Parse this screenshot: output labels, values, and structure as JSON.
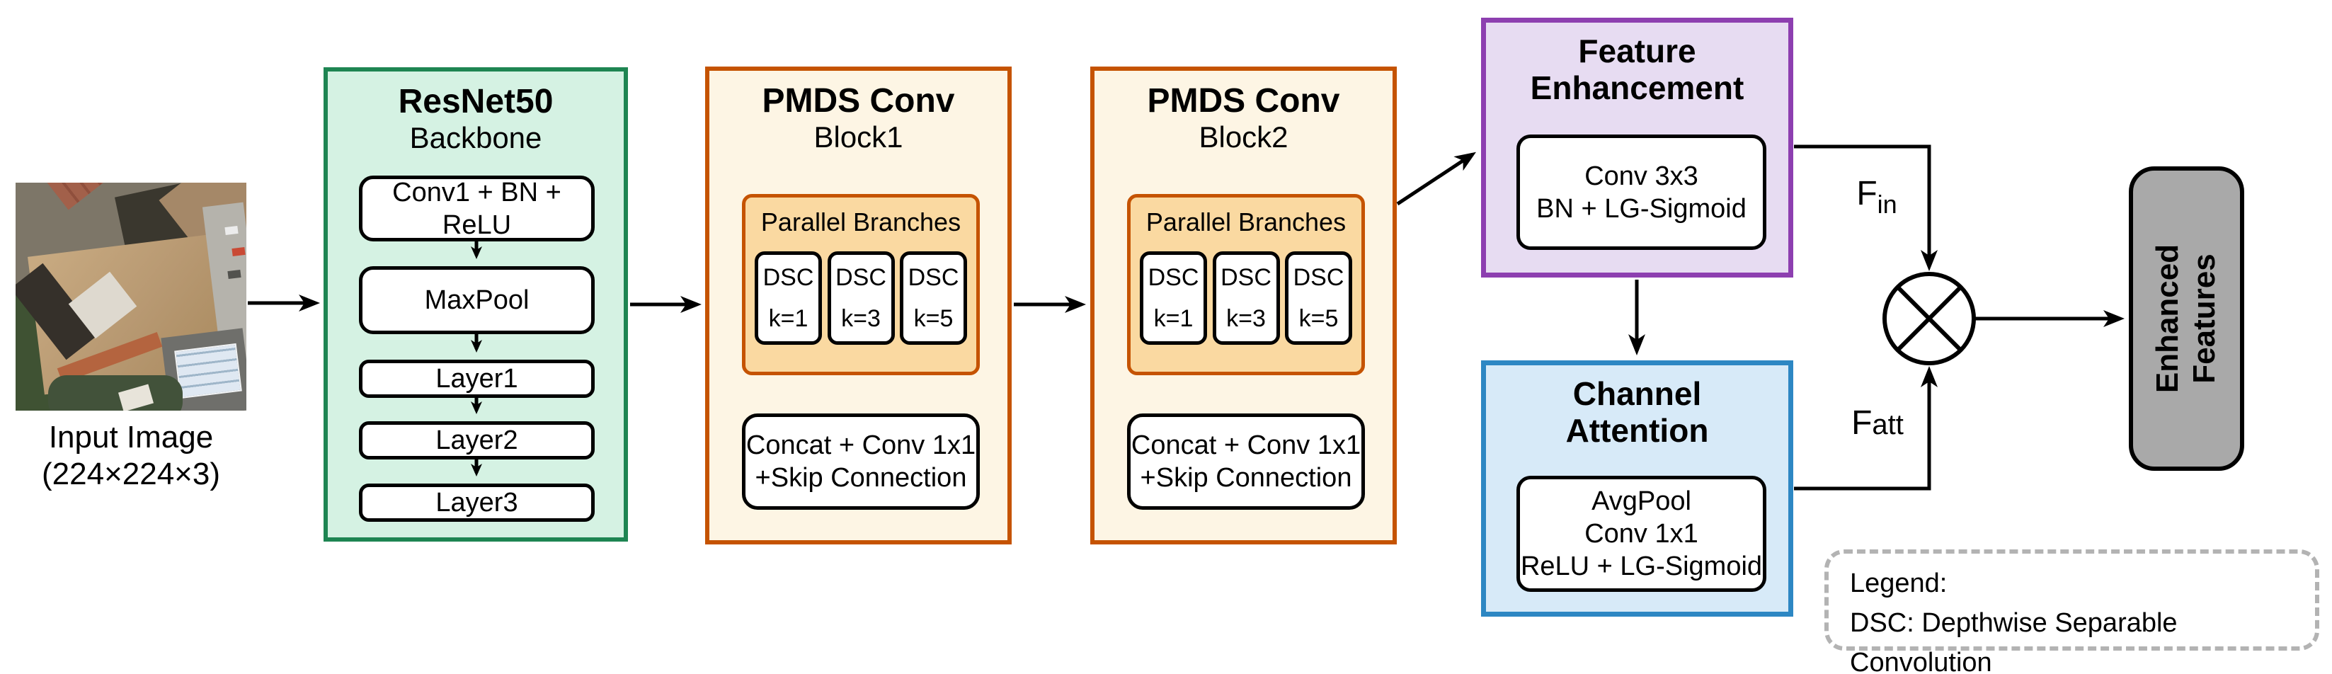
{
  "input": {
    "line1": "Input Image",
    "line2": "(224×224×3)"
  },
  "resnet": {
    "title": "ResNet50",
    "subtitle": "Backbone",
    "boxes": [
      "Conv1 + BN + ReLU",
      "MaxPool",
      "Layer1",
      "Layer2",
      "Layer3"
    ]
  },
  "pmds1": {
    "title": "PMDS Conv",
    "subtitle": "Block1",
    "parallel_label": "Parallel Branches",
    "branches": [
      {
        "name": "DSC",
        "k": "k=1"
      },
      {
        "name": "DSC",
        "k": "k=3"
      },
      {
        "name": "DSC",
        "k": "k=5"
      }
    ],
    "concat": [
      "Concat + Conv 1x1",
      "+Skip Connection"
    ]
  },
  "pmds2": {
    "title": "PMDS Conv",
    "subtitle": "Block2",
    "parallel_label": "Parallel Branches",
    "branches": [
      {
        "name": "DSC",
        "k": "k=1"
      },
      {
        "name": "DSC",
        "k": "k=3"
      },
      {
        "name": "DSC",
        "k": "k=5"
      }
    ],
    "concat": [
      "Concat + Conv 1x1",
      "+Skip Connection"
    ]
  },
  "fe": {
    "title": [
      "Feature",
      "Enhancement"
    ],
    "inner": [
      "Conv 3x3",
      "BN + LG-Sigmoid"
    ]
  },
  "ca": {
    "title": [
      "Channel",
      "Attention"
    ],
    "inner": [
      "AvgPool",
      "Conv 1x1",
      "ReLU + LG-Sigmoid"
    ]
  },
  "signals": {
    "fin": {
      "base": "F",
      "sub": "in"
    },
    "fatt": {
      "base": "F",
      "sub": "att"
    }
  },
  "output": {
    "line1": "Enhanced",
    "line2": "Features"
  },
  "legend": {
    "title": "Legend:",
    "entry": "DSC: Depthwise Separable Convolution"
  },
  "colors": {
    "resnet_border": "#1e8552",
    "resnet_fill": "#d5f2e3",
    "pmds_border": "#c55300",
    "pmds_fill": "#fdf5e4",
    "branch_fill": "#fad9a1",
    "fe_border": "#8d3fb0",
    "fe_fill": "#e7dcf2",
    "ca_border": "#2d87c3",
    "ca_fill": "#d7eaf8",
    "output_fill": "#a9a9a9",
    "legend_border": "#b3b3b3",
    "line": "#000000"
  }
}
